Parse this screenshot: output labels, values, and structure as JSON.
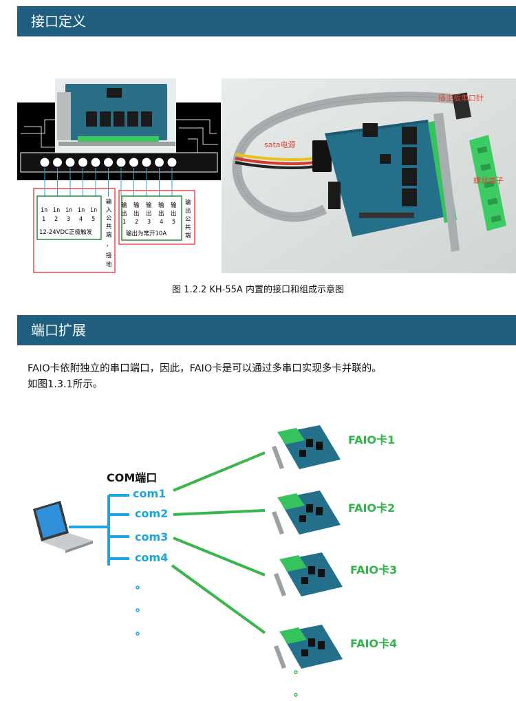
{
  "sections": {
    "interface": {
      "title": "接口定义"
    },
    "expansion": {
      "title": "端口扩展"
    }
  },
  "diagram": {
    "inputs": [
      {
        "top": "in",
        "num": "1"
      },
      {
        "top": "in",
        "num": "2"
      },
      {
        "top": "in",
        "num": "3"
      },
      {
        "top": "in",
        "num": "4"
      },
      {
        "top": "in",
        "num": "5"
      }
    ],
    "input_label": "12-24VDC正极触发",
    "input_common": [
      "输",
      "入",
      "公",
      "共",
      "端",
      "，",
      "接",
      "地"
    ],
    "outputs": [
      {
        "l1": "输",
        "l2": "出",
        "num": "1"
      },
      {
        "l1": "输",
        "l2": "出",
        "num": "2"
      },
      {
        "l1": "输",
        "l2": "出",
        "num": "3"
      },
      {
        "l1": "输",
        "l2": "出",
        "num": "4"
      },
      {
        "l1": "输",
        "l2": "出",
        "num": "5"
      }
    ],
    "output_label": "输出为常开10A",
    "output_common": [
      "输",
      "出",
      "公",
      "共",
      "端"
    ]
  },
  "photo": {
    "label_header": "插主板串口针",
    "label_sata": "sata电源",
    "label_terminal": "螺丝端子"
  },
  "caption": "图 1.2.2    KH-55A 内置的接口和组成示意图",
  "paragraph": {
    "line1": "FAIO卡依附独立的串口端口，因此，FAIO卡是可以通过多串口实现多卡并联的。",
    "line2": "如图1.3.1所示。"
  },
  "network": {
    "com_title": "COM端口",
    "ports": [
      "com1",
      "com2",
      "com3",
      "com4"
    ],
    "cards": [
      "FAIO卡1",
      "FAIO卡2",
      "FAIO卡3",
      "FAIO卡4"
    ]
  },
  "colors": {
    "header_bar": "#1f5e7e",
    "com_blue": "#1ba4dd",
    "link_green": "#3ab54a",
    "box_red": "#e84c4c",
    "box_green": "#2c8a3a"
  }
}
